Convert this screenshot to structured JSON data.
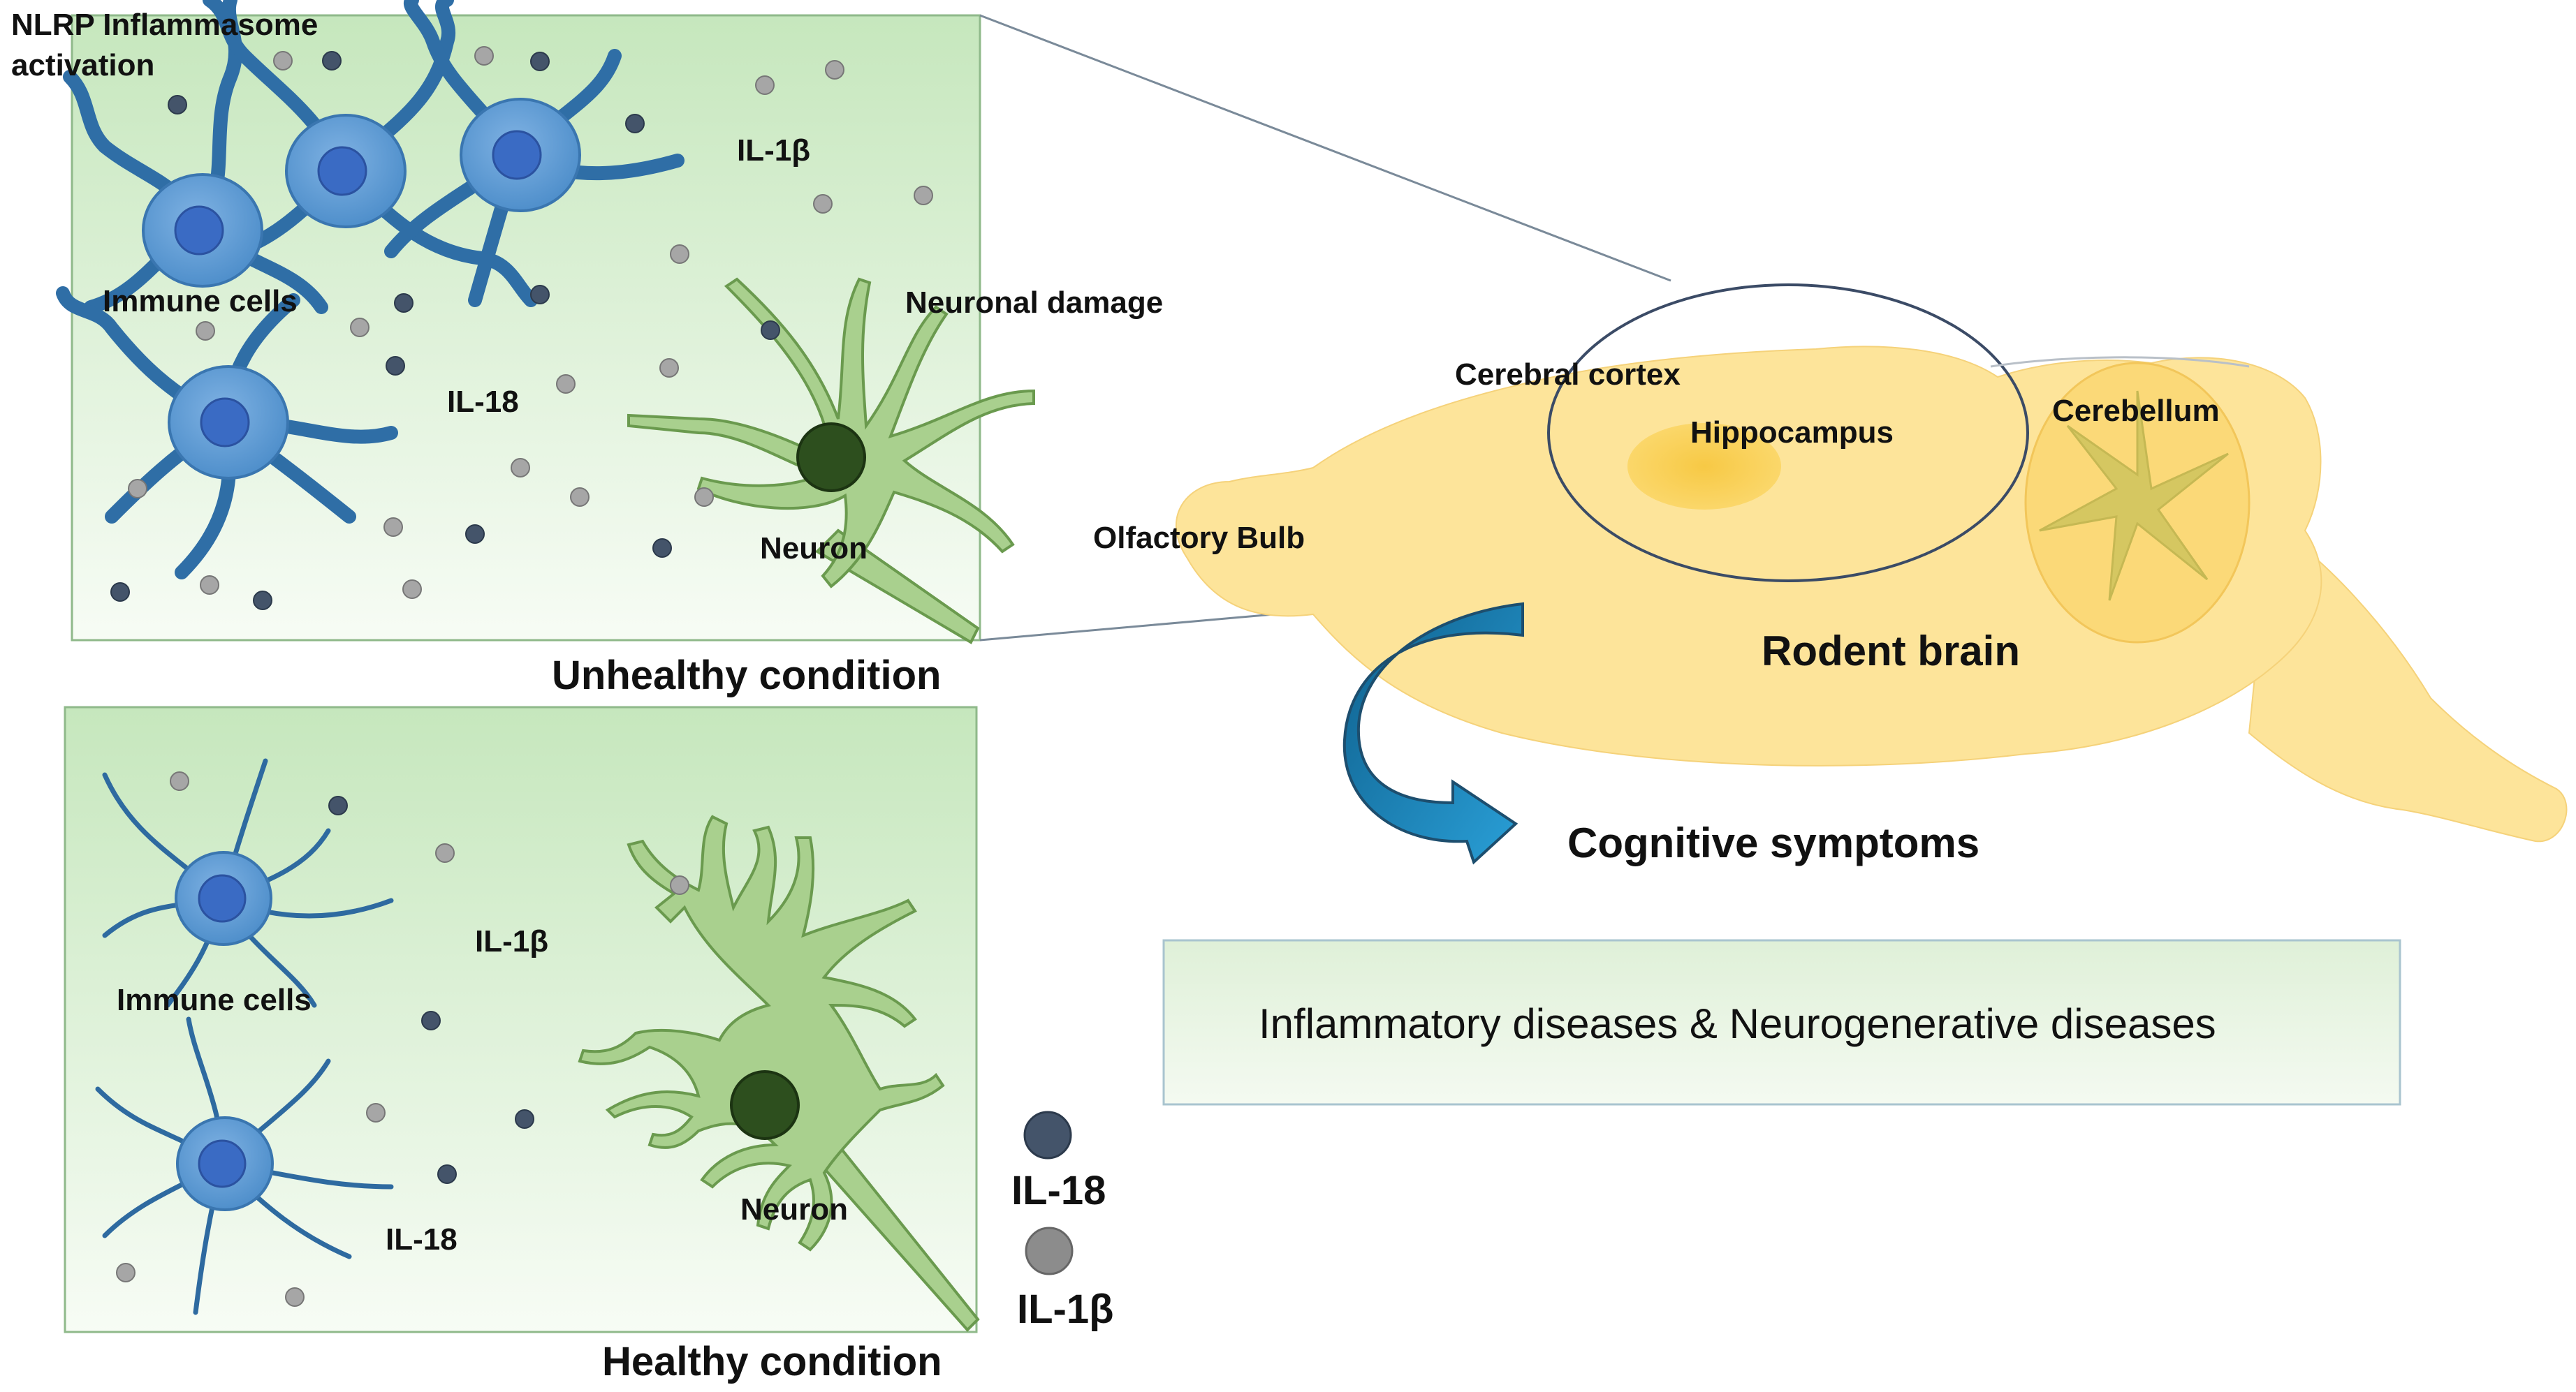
{
  "panels": {
    "unhealthy": {
      "title": "Unhealthy condition",
      "trigger": "NLRP Inflammasome activation",
      "il1b_label": "IL-1β",
      "il18_label": "IL-18",
      "immune_label": "Immune cells",
      "neuron_label": "Neuron",
      "damage_label": "Neuronal damage"
    },
    "healthy": {
      "title": "Healthy condition",
      "il1b_label": "IL-1β",
      "il18_label": "IL-18",
      "immune_label": "Immune cells",
      "neuron_label": "Neuron"
    }
  },
  "legend": {
    "il18": "IL-18",
    "il1b": "IL-1β"
  },
  "brain": {
    "title": "Rodent brain",
    "regions": {
      "cortex": "Cerebral cortex",
      "hippocampus": "Hippocampus",
      "cerebellum": "Cerebellum",
      "olfactory": "Olfactory Bulb"
    },
    "outcome": "Cognitive symptoms"
  },
  "diseases": "Inflammatory diseases & Neurogenerative diseases",
  "colors": {
    "panel_gradient_top": "#c9e9c0",
    "panel_gradient_bottom": "#f6fbf4",
    "immune_cell": "#5b9bd5",
    "immune_nucleus": "#3a6bc4",
    "immune_process": "#2e6aa0",
    "neuron": "#a9d08e",
    "neuron_nucleus": "#2d4f1e",
    "il18_particle": "#44546a",
    "il1b_particle": "#a6a6a6",
    "brain": "#fde49a",
    "arrow": "#1c7fb4"
  }
}
